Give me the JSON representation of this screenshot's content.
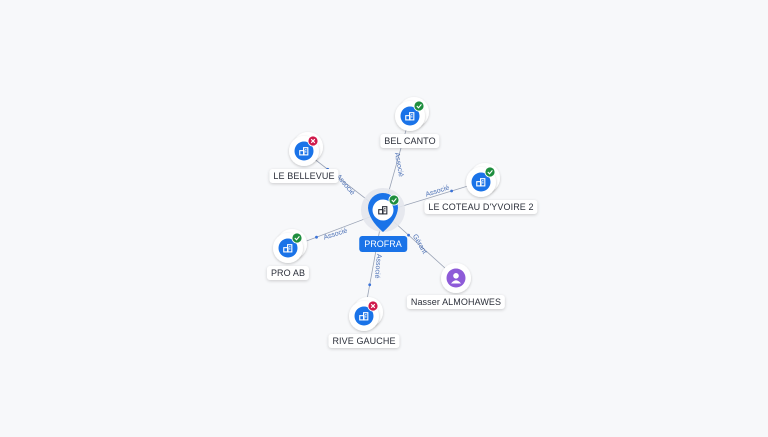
{
  "center": {
    "label": "PROFRA",
    "status": "active",
    "icon": "building-icon",
    "accent": "#1a73e8"
  },
  "nodes": [
    {
      "id": "bel-canto",
      "label": "BEL CANTO",
      "status": "active",
      "edge_label": "Associé",
      "icon": "building-icon"
    },
    {
      "id": "le-bellevue",
      "label": "LE BELLEVUE",
      "status": "closed",
      "edge_label": "Associé",
      "icon": "building-icon"
    },
    {
      "id": "le-coteau",
      "label": "LE COTEAU D'YVOIRE 2",
      "status": "active",
      "edge_label": "Associé",
      "icon": "building-icon"
    },
    {
      "id": "pro-ab",
      "label": "PRO AB",
      "status": "active",
      "edge_label": "Associé",
      "icon": "building-icon"
    },
    {
      "id": "rive-gauche",
      "label": "RIVE GAUCHE",
      "status": "closed",
      "edge_label": "Associé",
      "icon": "building-icon"
    },
    {
      "id": "nasser",
      "label": "Nasser ALMOHAWES",
      "status": "person",
      "edge_label": "Gérant",
      "icon": "person-icon"
    }
  ],
  "colors": {
    "company": "#1a73e8",
    "active_badge": "#1e8e3e",
    "closed_badge": "#d0194b",
    "person": "#8e5bd8",
    "edge": "#9aa3b5"
  }
}
